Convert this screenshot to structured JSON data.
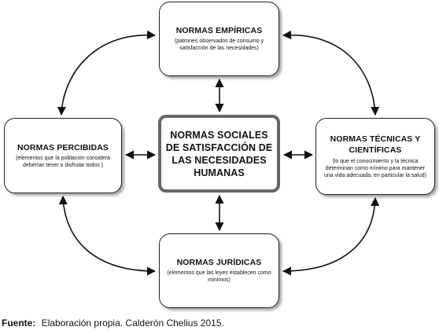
{
  "top": {
    "title": "NORMAS EMPÍRICAS",
    "desc": "(patrones observados de consumo y satisfacción de las necesidades)"
  },
  "left": {
    "title": "NORMAS PERCIBIDAS",
    "desc": "(elementos que la población considera deberían tener o disfrutar todos )"
  },
  "right": {
    "title": "NORMAS TÉCNICAS Y CIENTÍFICAS",
    "desc": "(lo que el conocimiento y la técnica determinan como mínimo para mantener una vida adecuada, en particular la salud)"
  },
  "bottom": {
    "title": "NORMAS JURÍDICAS",
    "desc": "(elementos que las leyes establecen como mínimos)"
  },
  "center": {
    "title": "NORMAS SOCIALES DE SATISFACCIÓN DE LAS NECESIDADES HUMANAS"
  },
  "caption": {
    "label": "Fuente:",
    "text": "Elaboración propia. Calderón Chelius 2015."
  }
}
